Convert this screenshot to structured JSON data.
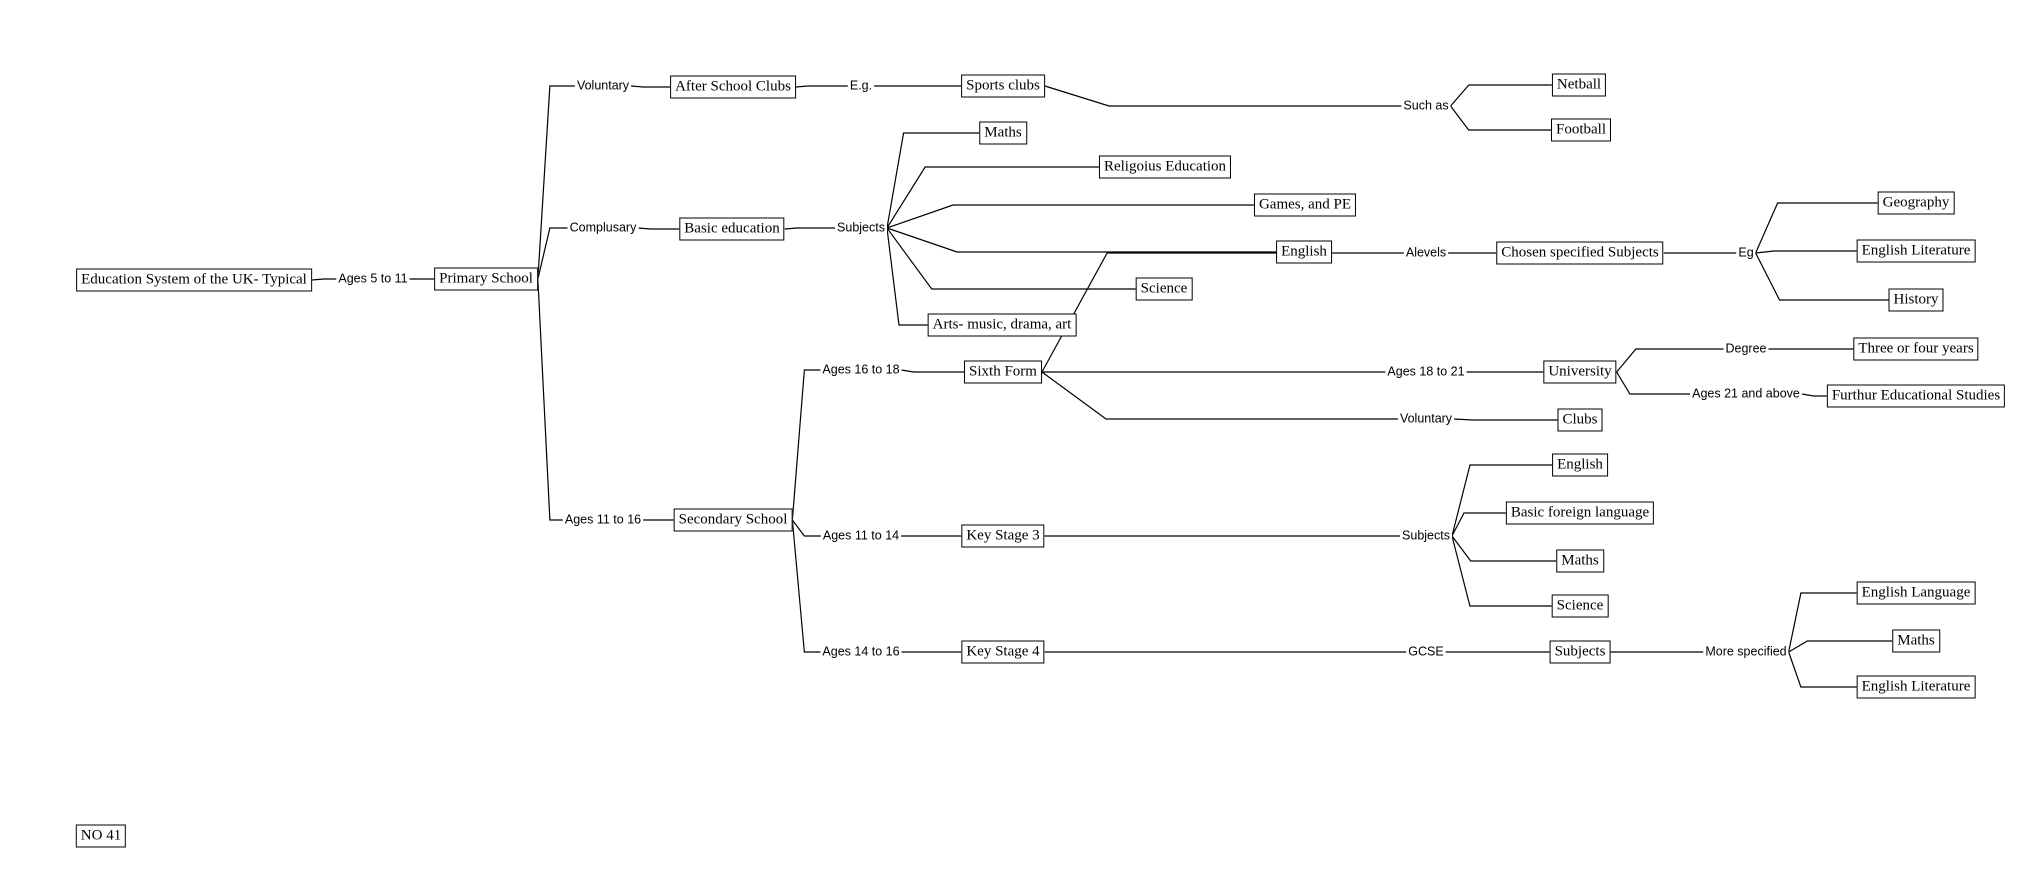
{
  "diagram": {
    "root": "Education System of the UK- Typical",
    "footer": "NO 41",
    "nodes": {
      "root": "Education System of the UK- Typical",
      "ages5": "Ages 5 to 11",
      "primary": "Primary School",
      "voluntary1": "Voluntary",
      "afterclubs": "After School Clubs",
      "eg1": "E.g.",
      "sports": "Sports clubs",
      "suchas": "Such as",
      "netball": "Netball",
      "football": "Football",
      "compulsary": "Complusary",
      "basic": "Basic education",
      "subjects1": "Subjects",
      "maths1": "Maths",
      "religious": "Religoius Education",
      "games": "Games, and PE",
      "english1": "English",
      "science1": "Science",
      "arts": "Arts- music, drama, art",
      "ages1116": "Ages 11 to 16",
      "secondary": "Secondary School",
      "ages1618": "Ages 16 to 18",
      "sixth": "Sixth Form",
      "alevels": "Alevels",
      "chosen": "Chosen specified Subjects",
      "eg2": "Eg",
      "geography": "Geography",
      "englit1": "English Literature",
      "history": "History",
      "ages1821": "Ages 18 to 21",
      "university": "University",
      "degree": "Degree",
      "threefour": "Three or four years",
      "ages21": "Ages 21 and above",
      "further": "Furthur Educational Studies",
      "voluntary2": "Voluntary",
      "clubs": "Clubs",
      "ages1114": "Ages 11 to 14",
      "ks3": "Key Stage 3",
      "subjects2": "Subjects",
      "english2": "English",
      "foreign": "Basic foreign language",
      "maths2": "Maths",
      "science2": "Science",
      "ages1416": "Ages 14 to 16",
      "ks4": "Key Stage 4",
      "gcse": "GCSE",
      "subjects3": "Subjects",
      "morespec": "More specified",
      "englang": "English Language",
      "maths3": "Maths",
      "englit2": "English Literature",
      "footer": "NO 41"
    }
  }
}
